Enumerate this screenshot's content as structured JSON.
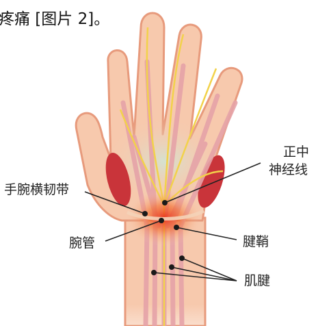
{
  "caption": "疼痛 [图片 2]。",
  "labels": {
    "median_nerve_line1": "正中",
    "median_nerve_line2": "神经线",
    "transverse_ligament": "手腕横韧带",
    "carpal_tunnel": "腕管",
    "tendon_sheath": "腱鞘",
    "tendons": "肌腱"
  },
  "colors": {
    "skin": "#f7c9ad",
    "skin_edge": "#e79a7c",
    "tendon": "#e6a3a8",
    "nerve": "#f2d24a",
    "muscle": "#c9343a",
    "inflammation": "#e8301c",
    "pointer": "#222222"
  }
}
